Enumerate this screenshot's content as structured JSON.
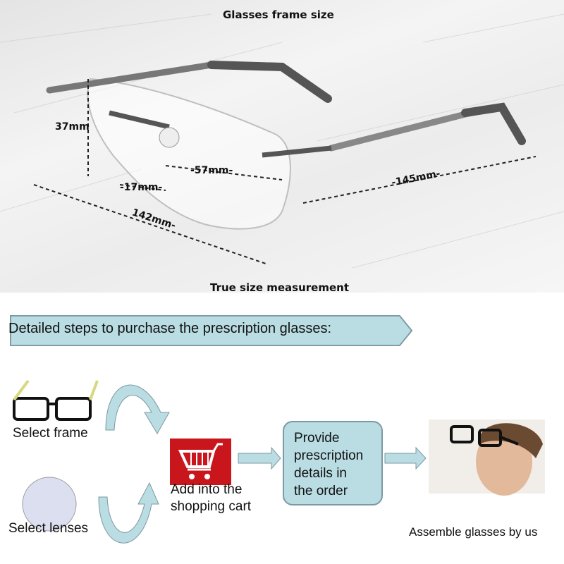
{
  "top": {
    "title": "Glasses frame size",
    "footer": "True size measurement",
    "measurements": {
      "lens_height": "37mm",
      "lens_width": "-57mm-",
      "bridge": "-17mm-",
      "frame_width": "142mm-",
      "temple_length": "-145mm-"
    }
  },
  "steps": {
    "banner": "Detailed steps to purchase the prescription glasses:",
    "select_frame": "Select frame",
    "select_lenses": "Select lenses",
    "add_to_cart": [
      "Add into the",
      "shopping cart"
    ],
    "provide": [
      "Provide",
      "prescription",
      "details in",
      "the order"
    ],
    "assemble": "Assemble glasses by us"
  },
  "colors": {
    "accent": "#b9dde3",
    "cart": "#c8161c"
  }
}
